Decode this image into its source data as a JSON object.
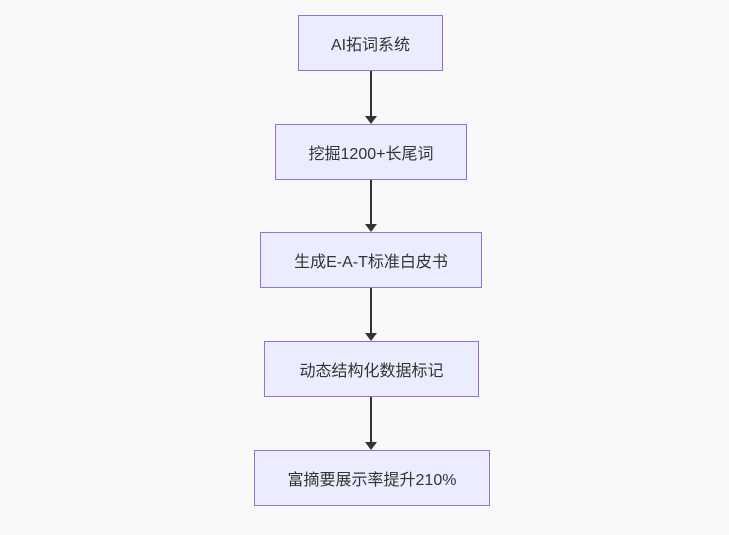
{
  "page": {
    "background_color": "#f9f9f9"
  },
  "flowchart": {
    "type": "vertical-flow",
    "node_fill_color": "#ececff",
    "node_border_color": "#9370db",
    "text_color": "#333333",
    "arrow_color": "#333333",
    "nodes": [
      {
        "label": "AI拓词系统"
      },
      {
        "label": "挖掘1200+长尾词"
      },
      {
        "label": "生成E-A-T标准白皮书"
      },
      {
        "label": "动态结构化数据标记"
      },
      {
        "label": "富摘要展示率提升210%"
      }
    ],
    "edges": [
      {
        "from": 0,
        "to": 1
      },
      {
        "from": 1,
        "to": 2
      },
      {
        "from": 2,
        "to": 3
      },
      {
        "from": 3,
        "to": 4
      }
    ]
  }
}
